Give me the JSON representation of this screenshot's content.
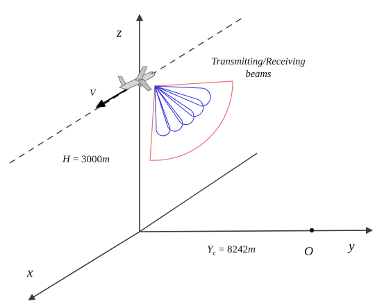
{
  "axes": {
    "z_label": "z",
    "y_label": "y",
    "x_label": "x"
  },
  "aircraft": {
    "velocity_label": "V"
  },
  "beams": {
    "label_line1": "Transmitting/Receiving",
    "label_line2": "beams"
  },
  "height": {
    "symbol": "H",
    "equals": "= 3000",
    "unit": "m"
  },
  "range": {
    "symbol": "Y",
    "subscript": "c",
    "equals": "= 8242",
    "unit": "m"
  },
  "origin": {
    "label": "O"
  },
  "colors": {
    "axis": "#3a3a3a",
    "sector": "#e87070",
    "beam": "#3a3ad8",
    "text": "#111111"
  }
}
